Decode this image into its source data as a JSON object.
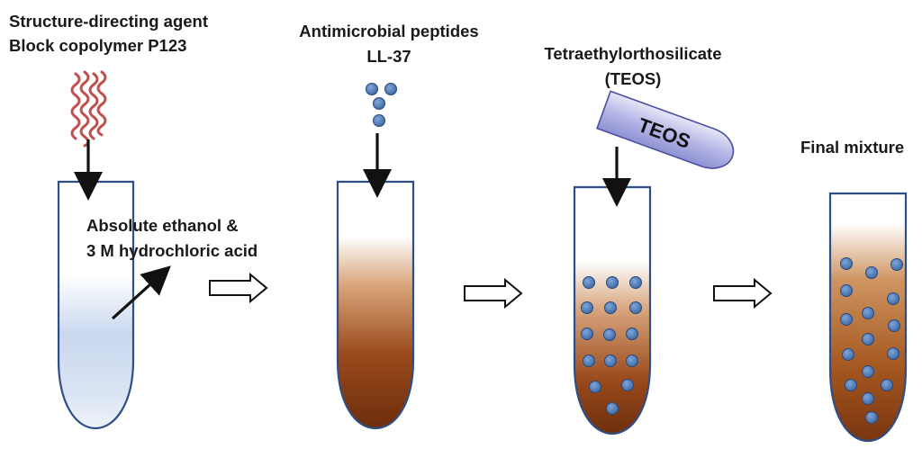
{
  "step1": {
    "agent_line1": "Structure-directing agent",
    "agent_line2": "Block copolymer P123",
    "solvent_line1": "Absolute ethanol  &",
    "solvent_line2": "3 M hydrochloric acid"
  },
  "step2": {
    "peptide_line1": "Antimicrobial peptides",
    "peptide_line2": "LL-37"
  },
  "step3": {
    "teos_line1": "Tetraethylorthosilicate",
    "teos_line2": "(TEOS)",
    "vial_label": "TEOS"
  },
  "step4": {
    "title": "Final mixture"
  },
  "colors": {
    "tube_outline": "#2e4e86",
    "polymer": "#c0504d",
    "bead_fill": "#4a78b5",
    "bead_stroke": "#2a4a7a",
    "brown_dark": "#7a3510",
    "brown_mid": "#c98d5c",
    "blue_tint": "#c9d7ee",
    "vial_fill": "#b4b6e6"
  }
}
